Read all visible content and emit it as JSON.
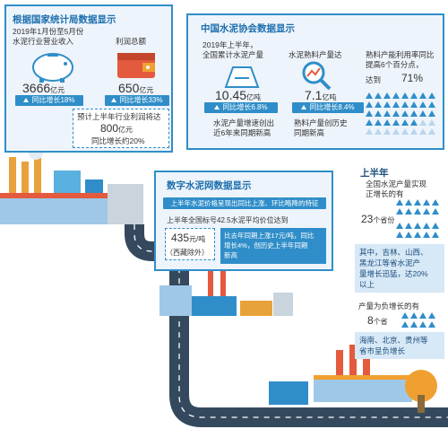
{
  "stats_bureau": {
    "title": "根据国家统计局数据显示",
    "period": "2019年1月份至5月份",
    "revenue_label": "水泥行业营业收入",
    "profit_label": "利润总额",
    "revenue_value": "3666",
    "revenue_unit": "亿元",
    "revenue_growth": "同比增长18%",
    "profit_value": "650",
    "profit_unit": "亿元",
    "profit_growth": "同比增长33%",
    "forecast_line1": "预计上半年行业利润将达",
    "forecast_value": "800",
    "forecast_unit": "亿元",
    "forecast_line2": "同比增长约20%"
  },
  "cement_assoc": {
    "title": "中国水泥协会数据显示",
    "intro1": "2019年上半年，",
    "intro2": "全国累计水泥产量",
    "output_value": "10.45",
    "output_unit": "亿吨",
    "output_growth": "同比增长6.8%",
    "clinker_label": "水泥熟料产量达",
    "clinker_value": "7.1",
    "clinker_unit": "亿吨",
    "clinker_growth": "同比增长8.4%",
    "note1_line1": "水泥产量增速创出",
    "note1_line2": "近6年来同期新高",
    "note2_line1": "熟料产量创历史",
    "note2_line2": "同期新高",
    "util_line1": "熟料产能利用率同比",
    "util_line2": "提高6个百分点，",
    "util_line3": "达到",
    "util_value": "71%"
  },
  "digital_net": {
    "title": "数字水泥网数据显示",
    "headline": "上半年水泥价格呈现出同比上涨、环比略降的特征",
    "avg_line": "上半年全国标号42.5水泥平均价位达到",
    "price_value": "435",
    "price_unit": "元/吨",
    "price_note": "（西藏除外）",
    "compare1": "比去年同期上涨17元/吨，同比",
    "compare2": "增长4%，创历史上半年同期",
    "compare3": "新高"
  },
  "side": {
    "heading": "上半年",
    "sub1": "全国水泥产量实现",
    "sub2": "正增长的有",
    "provinces_up_value": "23",
    "provinces_up_unit": "个省份",
    "fast1": "其中，吉林、山西、",
    "fast2": "黑龙江等省水泥产",
    "fast3": "量增长迅猛，达20%",
    "fast4": "以上",
    "neg1": "产量为负增长的有",
    "provinces_down_value": "8",
    "provinces_down_unit": "个省",
    "neg_list1": "海南、北京、贵州等",
    "neg_list2": "省市呈负增长"
  },
  "icons": [
    "piggy-bank-icon",
    "wallet-icon",
    "magnifier-chart-icon",
    "factory-illustration",
    "road-illustration"
  ],
  "colors": {
    "accent": "#2f8ec9",
    "panel": "#eef4fb",
    "road": "#34495e",
    "highlight": "#f0a030"
  }
}
